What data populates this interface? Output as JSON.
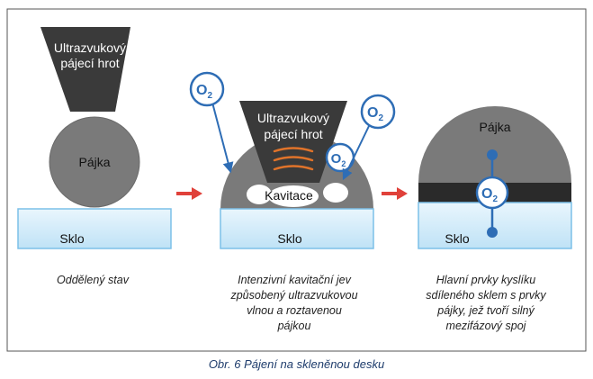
{
  "panels": {
    "left": {
      "tip_label_1": "Ultrazvukový",
      "tip_label_2": "pájecí hrot",
      "solder_label": "Pájka",
      "glass_label": "Sklo",
      "caption": "Oddělený stav"
    },
    "middle": {
      "tip_label_1": "Ultrazvukový",
      "tip_label_2": "pájecí hrot",
      "cavitation_label": "Kavitace",
      "glass_label": "Sklo",
      "oxygen_label_1": "O",
      "oxygen_sub_1": "2",
      "oxygen_label_2": "O",
      "oxygen_sub_2": "2",
      "oxygen_label_3": "O",
      "oxygen_sub_3": "2",
      "caption": "Intenzivní kavitační jev\nzpůsobený ultrazvukovou\nvlnou a roztavenou\npájkou"
    },
    "right": {
      "solder_label": "Pájka",
      "glass_label": "Sklo",
      "oxygen_label": "O",
      "oxygen_sub": "2",
      "caption": "Hlavní prvky kyslíku\nsdíleného sklem s prvky\npájky, jež tvoří silný\nmezifázový spoj"
    }
  },
  "figure_caption": "Obr. 6  Pájení na skleněnou desku",
  "colors": {
    "tip": "#3a3a3a",
    "solder": "#7a7a7a",
    "glass_top": "#d6eefb",
    "glass_border": "#7cc0e8",
    "oxygen": "#2e6db5",
    "arrow": "#e0413a",
    "waves": "#e0732a",
    "bond_layer": "#2a2a2a"
  }
}
